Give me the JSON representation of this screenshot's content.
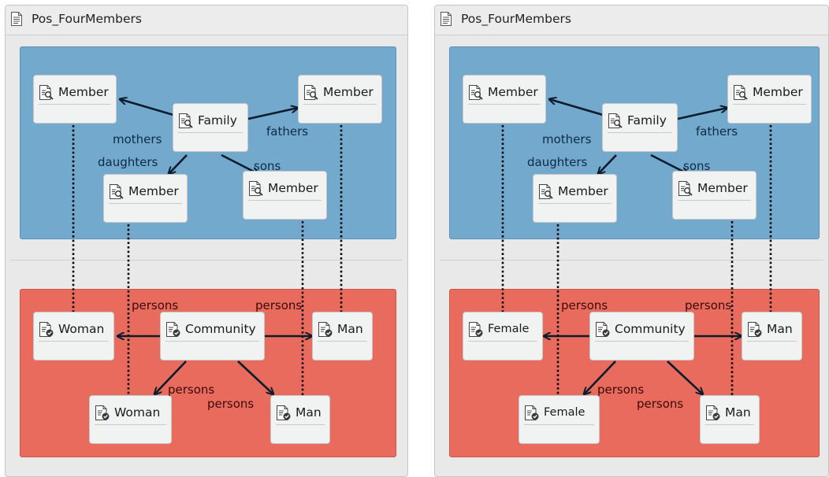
{
  "colors": {
    "source_domain": "#72a9cd",
    "target_domain": "#e86b5e",
    "node_fill": "#f1f3f3",
    "edge": "#0b1c2c"
  },
  "panels": [
    {
      "title": "Pos_FourMembers",
      "source_nodes": {
        "member_tl": "Member",
        "family": "Family",
        "member_tr": "Member",
        "member_ml": "Member",
        "member_mr": "Member"
      },
      "source_edges": {
        "mothers": "mothers",
        "fathers": "fathers",
        "daughters": "daughters",
        "sons": "sons"
      },
      "target_nodes": {
        "left": "Woman",
        "community": "Community",
        "right": "Man",
        "bottom_left": "Woman",
        "bottom_right": "Man"
      },
      "target_edges": {
        "persons_left": "persons",
        "persons_right": "persons",
        "persons_bl": "persons",
        "persons_br": "persons"
      }
    },
    {
      "title": "Pos_FourMembers",
      "source_nodes": {
        "member_tl": "Member",
        "family": "Family",
        "member_tr": "Member",
        "member_ml": "Member",
        "member_mr": "Member"
      },
      "source_edges": {
        "mothers": "mothers",
        "fathers": "fathers",
        "daughters": "daughters",
        "sons": "sons"
      },
      "target_nodes": {
        "left": "Female",
        "community": "Community",
        "right": "Man",
        "bottom_left": "Female",
        "bottom_right": "Man"
      },
      "target_edges": {
        "persons_left": "persons",
        "persons_right": "persons",
        "persons_bl": "persons",
        "persons_br": "persons"
      }
    }
  ]
}
